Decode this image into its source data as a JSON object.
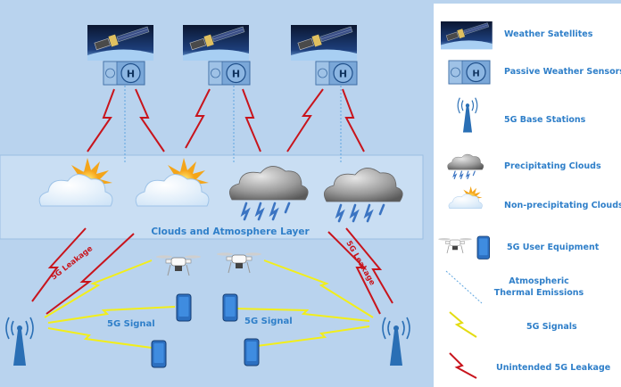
{
  "diagram": {
    "layer_label": "Clouds and Atmosphere Layer",
    "leakage_left": "5G Leakage",
    "leakage_right": "5G Leakage",
    "signal_left": "5G Signal",
    "signal_center": "5G Signal",
    "sensor_letter": "H"
  },
  "legend": {
    "items": [
      {
        "label": "Weather Satellites",
        "icon": "satellite-icon"
      },
      {
        "label": "Passive Weather Sensors",
        "icon": "sensor-icon"
      },
      {
        "label": "5G Base Stations",
        "icon": "base-station-icon"
      },
      {
        "label": "Precipitating Clouds",
        "icon": "rain-cloud-icon"
      },
      {
        "label": "Non-precipitating Clouds",
        "icon": "sun-cloud-icon"
      },
      {
        "label": "5G User Equipment",
        "icon": "drone-phone-icon"
      },
      {
        "label_lines": [
          "Atmospheric",
          "Thermal Emissions"
        ],
        "icon": "dotted-line-icon"
      },
      {
        "label": "5G Signals",
        "icon": "yellow-bolt-icon"
      },
      {
        "label": "Unintended 5G Leakage",
        "icon": "red-bolt-icon"
      }
    ]
  },
  "colors": {
    "background": "#b9d3ee",
    "legend_bg": "#ffffff",
    "label_blue": "#2f7fc9",
    "tower_blue": "#2a6fb5",
    "leakage_red": "#c8141c",
    "signal_yellow": "#f2ee1a",
    "emission_blue": "#5fa6e0"
  }
}
